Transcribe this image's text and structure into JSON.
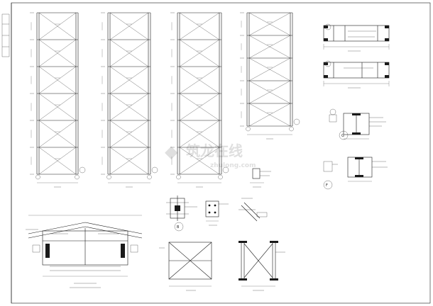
{
  "drawing": {
    "detail_labels": [
      "G",
      "F",
      "B"
    ],
    "watermark": "zhulong.com"
  },
  "elevations": [
    {
      "id": "frame-1",
      "panels": 6
    },
    {
      "id": "frame-2",
      "panels": 6
    },
    {
      "id": "frame-3",
      "panels": 6
    },
    {
      "id": "frame-4",
      "panels": 5
    }
  ],
  "colors": {
    "line": "#1a1a1a",
    "background": "#ffffff",
    "watermark": "#dcdcdc"
  }
}
